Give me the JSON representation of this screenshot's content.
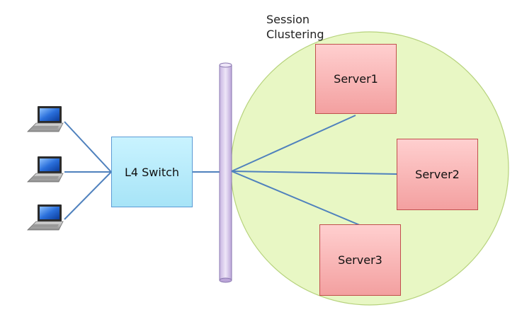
{
  "cluster": {
    "label_line1": "Session",
    "label_line2": "Clustering"
  },
  "l4_switch": {
    "label": "L4 Switch"
  },
  "servers": [
    {
      "label": "Server1"
    },
    {
      "label": "Server2"
    },
    {
      "label": "Server3"
    }
  ],
  "colors": {
    "cluster_fill": "#e8f7c4",
    "cluster_stroke": "#a9c96a",
    "link": "#4f81bd",
    "switch_fill": "#b5ecfb",
    "server_fill": "#f9b8b8",
    "bus_fill": "#d9c9ec"
  },
  "clients": [
    {
      "icon": "laptop-icon"
    },
    {
      "icon": "laptop-icon"
    },
    {
      "icon": "laptop-icon"
    }
  ]
}
